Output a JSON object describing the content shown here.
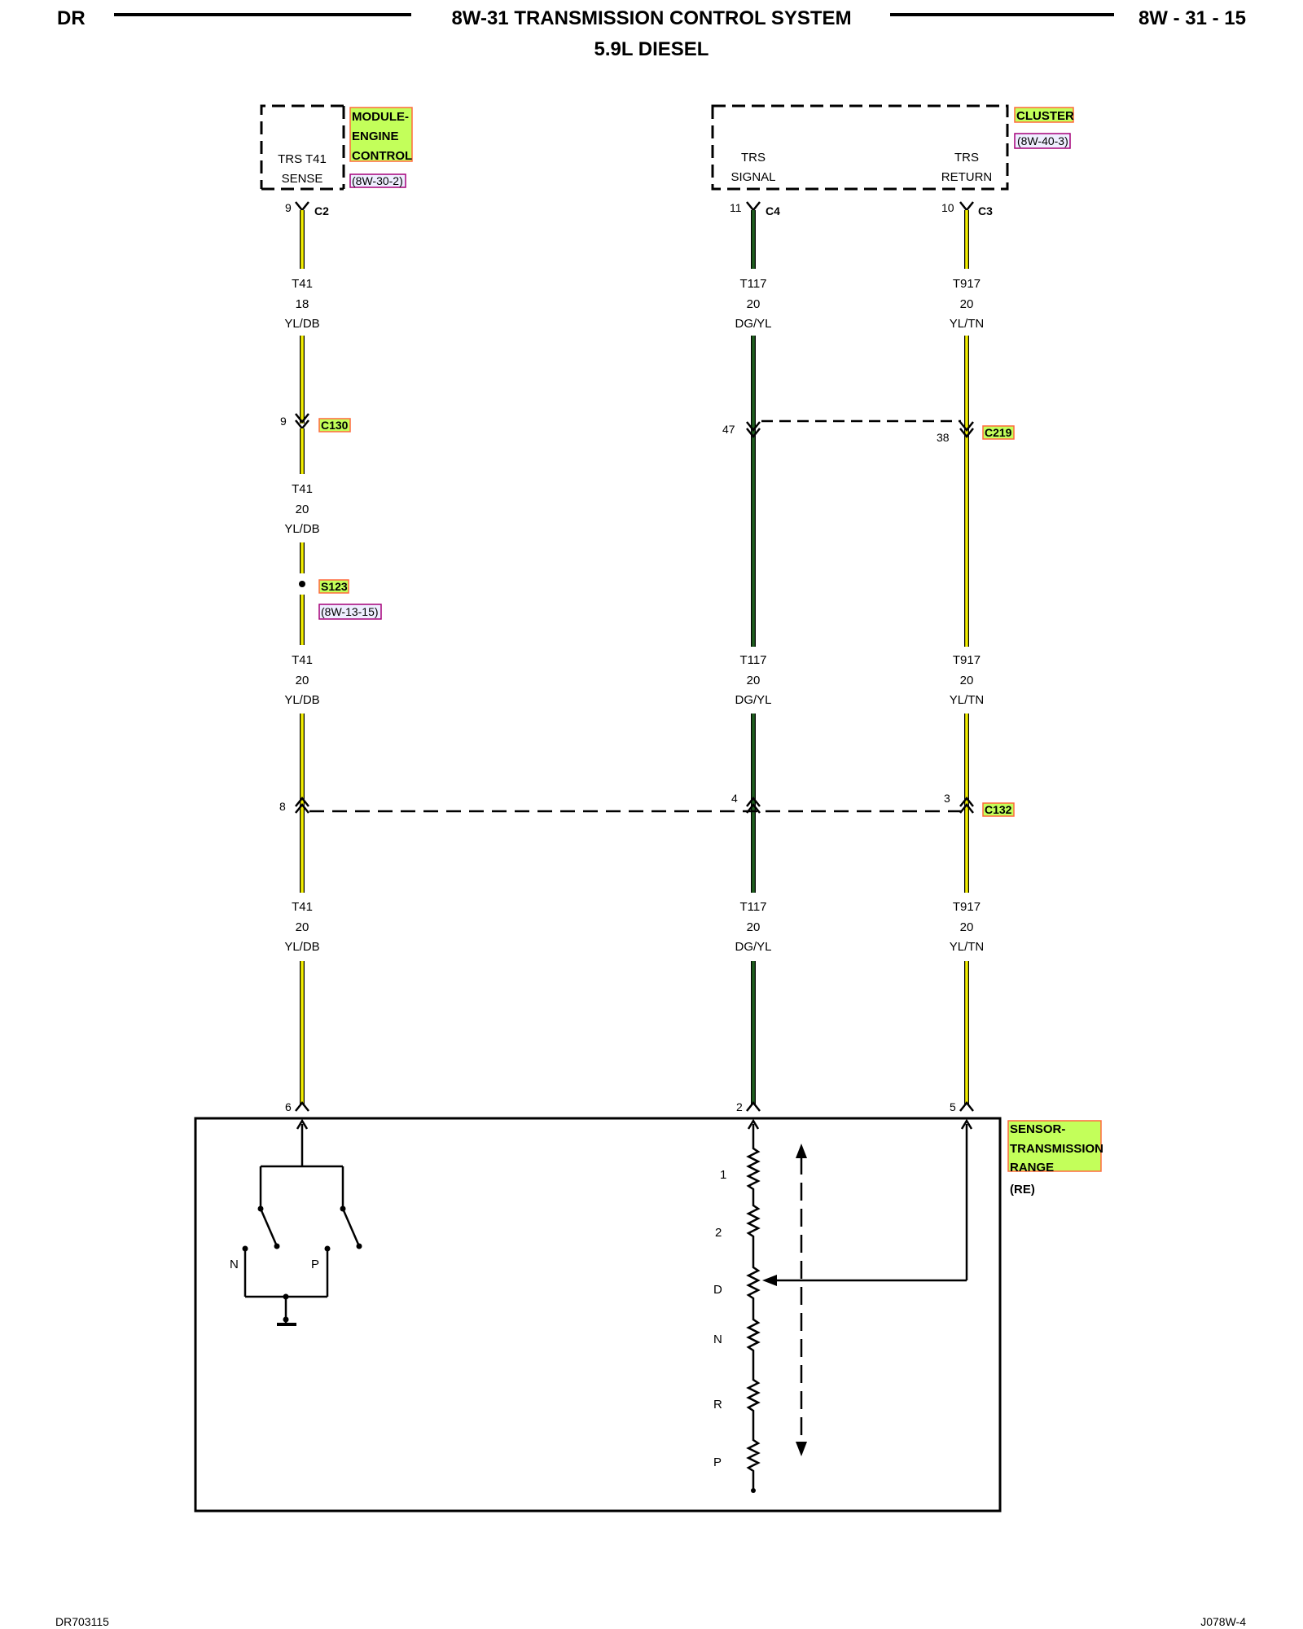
{
  "header": {
    "left": "DR",
    "title": "8W-31 TRANSMISSION CONTROL SYSTEM",
    "subtitle": "5.9L DIESEL",
    "page": "8W - 31 - 15"
  },
  "footer": {
    "left": "DR703115",
    "right": "J078W-4"
  },
  "colors": {
    "wire_yellow": "#f2ee00",
    "wire_green": "#1f5f1f",
    "highlight_fill": "#c3ff5a",
    "highlight_border": "#ff6a3d",
    "ref_border": "#a6007a"
  },
  "modules": {
    "ecm": {
      "name_lines": [
        "MODULE-",
        "ENGINE",
        "CONTROL"
      ],
      "ref": "(8W-30-2)",
      "pin_label_lines": [
        "TRS T41",
        "SENSE"
      ],
      "pin": "9",
      "connector": "C2"
    },
    "cluster": {
      "name": "CLUSTER",
      "ref": "(8W-40-3)",
      "signal_lines": [
        "TRS",
        "SIGNAL"
      ],
      "return_lines": [
        "TRS",
        "RETURN"
      ],
      "signal_pin": "11",
      "signal_connector": "C4",
      "return_pin": "10",
      "return_connector": "C3"
    },
    "sensor": {
      "name_lines": [
        "SENSOR-",
        "TRANSMISSION",
        "RANGE"
      ],
      "sub": "(RE)",
      "pins": [
        "6",
        "2",
        "5"
      ],
      "switch_labels": [
        "N",
        "P"
      ],
      "positions": [
        "1",
        "2",
        "D",
        "N",
        "R",
        "P"
      ]
    }
  },
  "wires": {
    "t41": {
      "seg1": [
        "T41",
        "18",
        "YL/DB"
      ],
      "seg2": [
        "T41",
        "20",
        "YL/DB"
      ],
      "seg3": [
        "T41",
        "20",
        "YL/DB"
      ],
      "seg4": [
        "T41",
        "20",
        "YL/DB"
      ]
    },
    "t117": {
      "seg1": [
        "T117",
        "20",
        "DG/YL"
      ],
      "seg2": [
        "T117",
        "20",
        "DG/YL"
      ],
      "seg3": [
        "T117",
        "20",
        "DG/YL"
      ]
    },
    "t917": {
      "seg1": [
        "T917",
        "20",
        "YL/TN"
      ],
      "seg2": [
        "T917",
        "20",
        "YL/TN"
      ],
      "seg3": [
        "T917",
        "20",
        "YL/TN"
      ]
    }
  },
  "connectors": {
    "c130": {
      "name": "C130",
      "pin": "9"
    },
    "c219": {
      "name": "C219",
      "pin_left": "47",
      "pin_right": "38"
    },
    "s123": {
      "name": "S123",
      "ref": "(8W-13-15)"
    },
    "c132": {
      "name": "C132",
      "pin_left": "8",
      "pin_mid": "4",
      "pin_right": "3"
    }
  }
}
